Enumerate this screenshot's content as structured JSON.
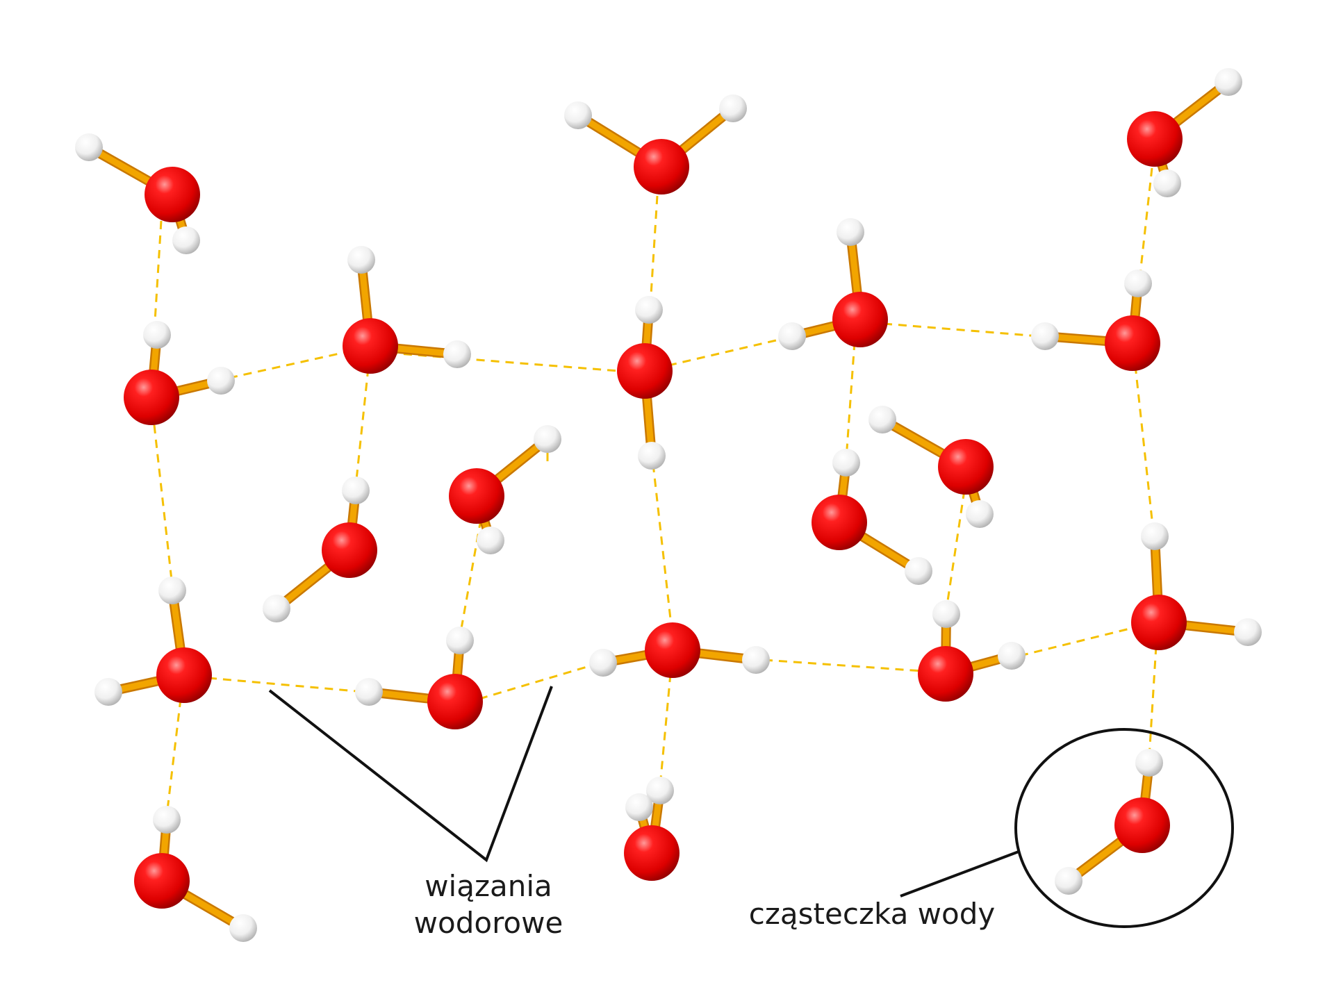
{
  "labels": {
    "hydrogen_bonds_line1": "wiązania",
    "hydrogen_bonds_line2": "wodorowe",
    "water_molecule": "cząsteczka wody"
  },
  "colors": {
    "oxygen": "#e00000",
    "hydrogen": "#f2f2f2",
    "covalent_bond": "#f2a500",
    "hydrogen_bond": "#f5c000",
    "callout": "#111111"
  }
}
